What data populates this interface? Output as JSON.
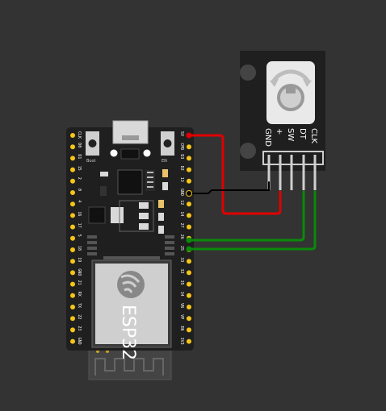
{
  "board": {
    "chip_label": "ESP32",
    "boot_label": "Boot",
    "en_label": "EN",
    "left_pins": [
      "CLK",
      "D0",
      "D1",
      "15",
      "2",
      "0",
      "4",
      "16",
      "17",
      "5",
      "18",
      "19",
      "GND",
      "21",
      "RX",
      "TX",
      "22",
      "23",
      "GND"
    ],
    "right_pins": [
      "5V",
      "CMD",
      "D3",
      "D2",
      "13",
      "GND",
      "12",
      "14",
      "27",
      "26",
      "25",
      "33",
      "32",
      "35",
      "34",
      "VN",
      "VP",
      "EN",
      "3V3"
    ]
  },
  "encoder": {
    "pin_labels": [
      "GND",
      "+",
      "SW",
      "DT",
      "CLK"
    ]
  },
  "colors": {
    "background": "#333333",
    "board": "#1f1f1f",
    "pin_pad": "#f5c518",
    "wire_power": "#e00000",
    "wire_ground": "#000000",
    "wire_signal": "#0a8a0a"
  }
}
